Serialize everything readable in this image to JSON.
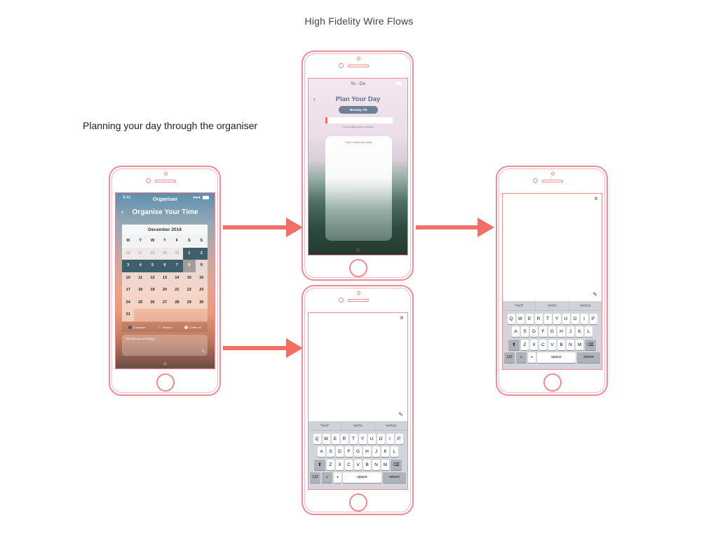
{
  "page": {
    "title": "High Fidelity Wire Flows",
    "caption": "Planning your day through the organiser"
  },
  "colors": {
    "frame": "#f08a96",
    "arrow": "#f26f68",
    "accent": "#6e7f98"
  },
  "organiser": {
    "status_time": "9:41",
    "status_title": "Organiser",
    "heading": "Organise Your Time",
    "month": "December 2018",
    "weekdays": [
      "M",
      "T",
      "W",
      "T",
      "F",
      "S",
      "S"
    ],
    "days": [
      {
        "d": "26",
        "s": "prev"
      },
      {
        "d": "27",
        "s": "prev"
      },
      {
        "d": "28",
        "s": "prev"
      },
      {
        "d": "29",
        "s": "prev"
      },
      {
        "d": "30",
        "s": "prev"
      },
      {
        "d": "1",
        "s": "done"
      },
      {
        "d": "2",
        "s": "done"
      },
      {
        "d": "3",
        "s": "done"
      },
      {
        "d": "4",
        "s": "done"
      },
      {
        "d": "5",
        "s": "done"
      },
      {
        "d": "6",
        "s": "done"
      },
      {
        "d": "7",
        "s": "done"
      },
      {
        "d": "8",
        "s": "miss"
      },
      {
        "d": "9",
        "s": "up"
      },
      {
        "d": "10",
        "s": "up"
      },
      {
        "d": "11",
        "s": "up"
      },
      {
        "d": "12",
        "s": "up"
      },
      {
        "d": "13",
        "s": "up"
      },
      {
        "d": "14",
        "s": "up"
      },
      {
        "d": "15",
        "s": "up"
      },
      {
        "d": "16",
        "s": "up"
      },
      {
        "d": "17",
        "s": "up"
      },
      {
        "d": "18",
        "s": "up"
      },
      {
        "d": "19",
        "s": "up"
      },
      {
        "d": "20",
        "s": "up"
      },
      {
        "d": "21",
        "s": "up"
      },
      {
        "d": "22",
        "s": "up"
      },
      {
        "d": "23",
        "s": "up"
      },
      {
        "d": "24",
        "s": "up"
      },
      {
        "d": "25",
        "s": "up"
      },
      {
        "d": "26",
        "s": "up"
      },
      {
        "d": "27",
        "s": "up"
      },
      {
        "d": "28",
        "s": "up"
      },
      {
        "d": "29",
        "s": "up"
      },
      {
        "d": "30",
        "s": "up"
      },
      {
        "d": "31",
        "s": "up"
      },
      {
        "d": "",
        "s": "emp"
      },
      {
        "d": "",
        "s": "emp"
      },
      {
        "d": "",
        "s": "emp"
      },
      {
        "d": "",
        "s": "emp"
      },
      {
        "d": "",
        "s": "emp"
      },
      {
        "d": "",
        "s": "emp"
      }
    ],
    "legend": [
      {
        "label": "Complete",
        "color": "#3e5f6b"
      },
      {
        "label": "Missed",
        "color": "#9f9e9a"
      },
      {
        "label": "Come on!",
        "color": "#f1e3c8"
      }
    ],
    "mood_placeholder": "How did you feel today?"
  },
  "todo": {
    "status_title": "To - Do",
    "heading": "Plan Your Day",
    "date": "Monday 7th",
    "progress_fraction": 0.03,
    "progress_label": "Of your daily goals complete",
    "task_hint": "Click to enter your tasks"
  },
  "keyboard": {
    "suggestions": [
      "\"Hell\"",
      "Hello",
      "Hellos"
    ],
    "row1": [
      "Q",
      "W",
      "E",
      "R",
      "T",
      "Y",
      "U",
      "O",
      "I",
      "P"
    ],
    "row2": [
      "A",
      "S",
      "D",
      "F",
      "G",
      "H",
      "J",
      "K",
      "L"
    ],
    "row3": [
      "Z",
      "X",
      "C",
      "V",
      "B",
      "N",
      "M"
    ],
    "num_label": "123",
    "space_label": "space",
    "return_label": "return"
  }
}
